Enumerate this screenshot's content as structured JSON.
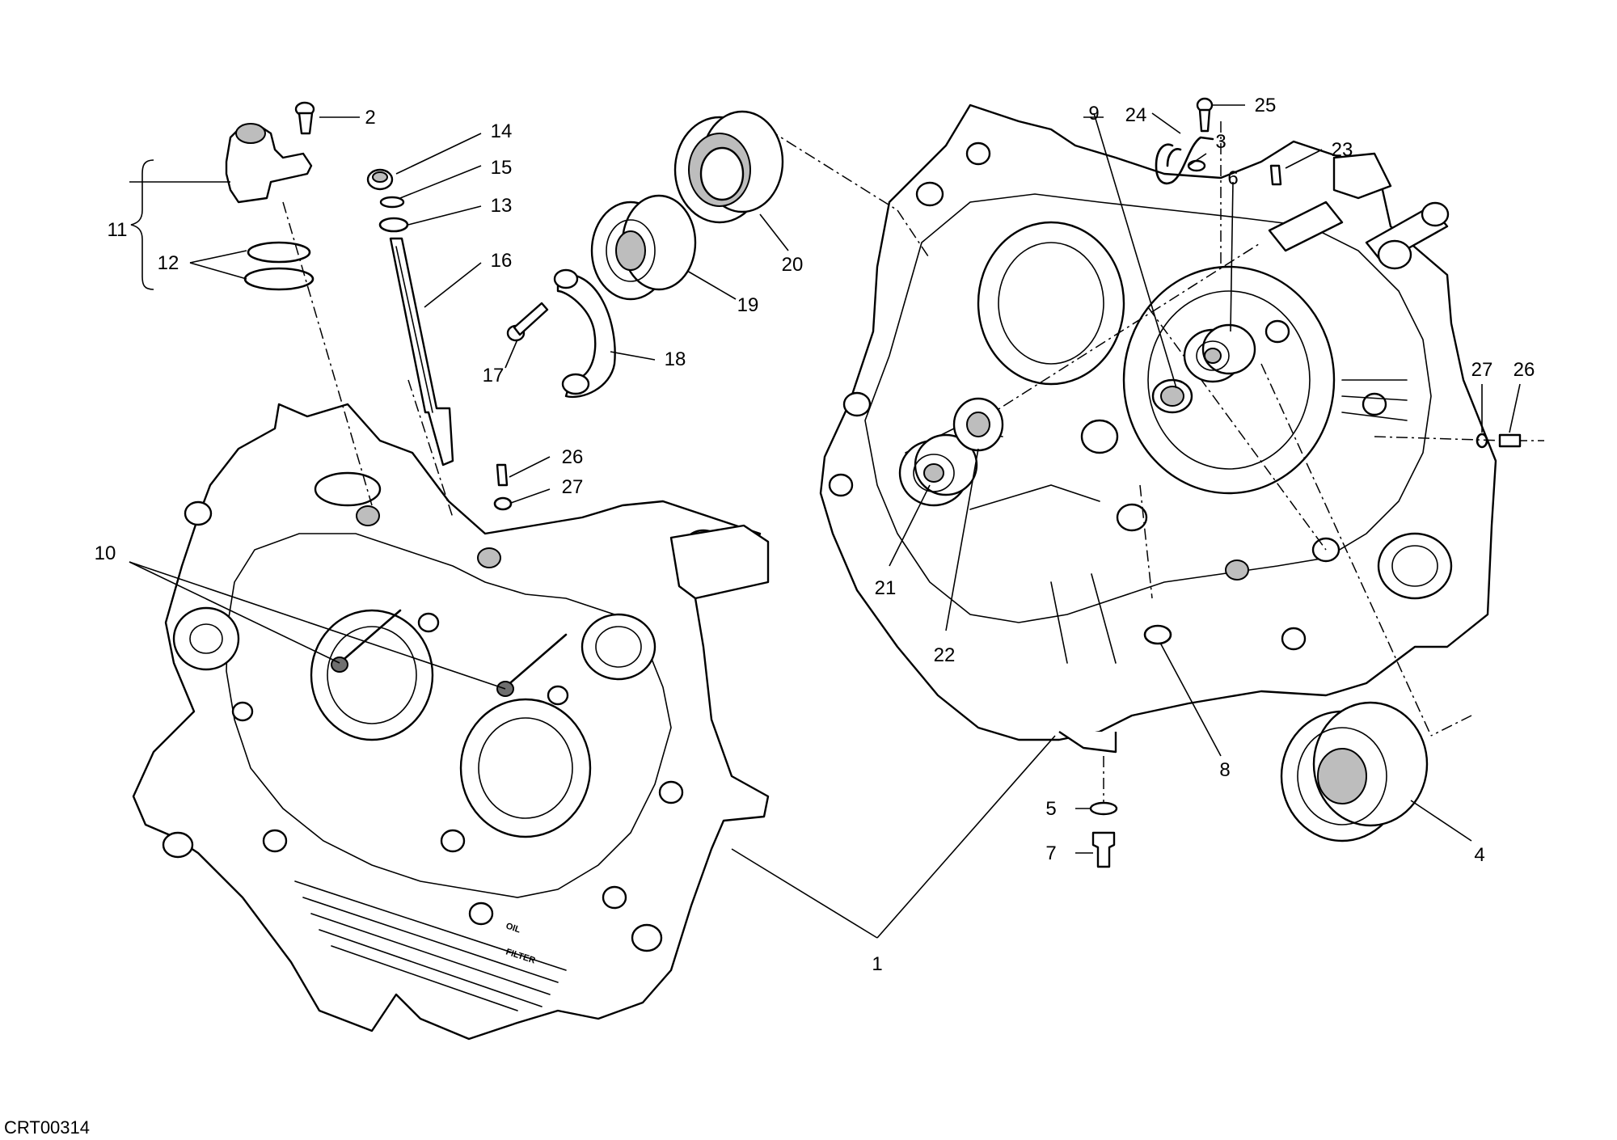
{
  "drawing_code": "CRT00314",
  "callouts": [
    {
      "id": "c1",
      "label": "1"
    },
    {
      "id": "c2",
      "label": "2"
    },
    {
      "id": "c3",
      "label": "3"
    },
    {
      "id": "c4",
      "label": "4"
    },
    {
      "id": "c5",
      "label": "5"
    },
    {
      "id": "c6",
      "label": "6"
    },
    {
      "id": "c7",
      "label": "7"
    },
    {
      "id": "c8",
      "label": "8"
    },
    {
      "id": "c9",
      "label": "9"
    },
    {
      "id": "c10",
      "label": "10"
    },
    {
      "id": "c11",
      "label": "11"
    },
    {
      "id": "c12",
      "label": "12"
    },
    {
      "id": "c13",
      "label": "13"
    },
    {
      "id": "c14",
      "label": "14"
    },
    {
      "id": "c15",
      "label": "15"
    },
    {
      "id": "c16",
      "label": "16"
    },
    {
      "id": "c17",
      "label": "17"
    },
    {
      "id": "c18",
      "label": "18"
    },
    {
      "id": "c19",
      "label": "19"
    },
    {
      "id": "c20",
      "label": "20"
    },
    {
      "id": "c21",
      "label": "21"
    },
    {
      "id": "c22",
      "label": "22"
    },
    {
      "id": "c23",
      "label": "23"
    },
    {
      "id": "c24",
      "label": "24"
    },
    {
      "id": "c25",
      "label": "25"
    },
    {
      "id": "c26a",
      "label": "26"
    },
    {
      "id": "c27a",
      "label": "27"
    },
    {
      "id": "c26b",
      "label": "26"
    },
    {
      "id": "c27b",
      "label": "27"
    }
  ],
  "casting_text": {
    "oil": "OIL",
    "filter": "FILTER"
  }
}
